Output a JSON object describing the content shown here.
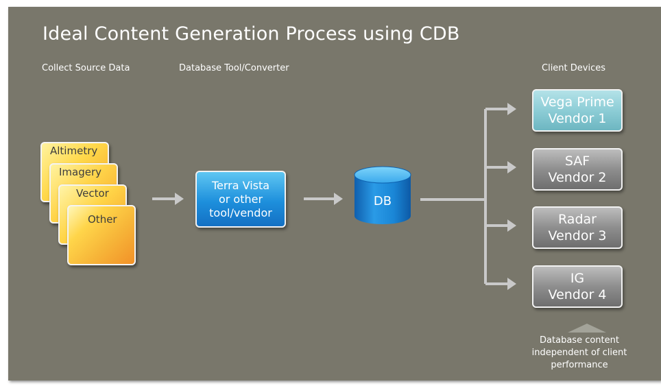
{
  "title": "Ideal Content Generation Process using CDB",
  "headers": {
    "collect": "Collect Source Data",
    "converter": "Database Tool/Converter",
    "clients": "Client Devices"
  },
  "source_cards": [
    "Altimetry",
    "Imagery",
    "Vector",
    "Other"
  ],
  "tool_box": {
    "line1": "Terra Vista",
    "line2": "or other",
    "line3": "tool/vendor"
  },
  "database_label": "DB",
  "vendors": [
    {
      "line1": "Vega Prime",
      "line2": "Vendor 1"
    },
    {
      "line1": "SAF",
      "line2": "Vendor 2"
    },
    {
      "line1": "Radar",
      "line2": "Vendor 3"
    },
    {
      "line1": "IG",
      "line2": "Vendor 4"
    }
  ],
  "note": {
    "line1": "Database content",
    "line2": "independent of client",
    "line3": "performance"
  },
  "colors": {
    "background": "#79776b",
    "source_card": "#ffd84a",
    "tool_box": "#1d8fdc",
    "database": "#1a86d6",
    "vendor_highlight": "#8dcdd6",
    "vendor_gray": "#8e8e8e",
    "connector": "#c9c9c9"
  }
}
